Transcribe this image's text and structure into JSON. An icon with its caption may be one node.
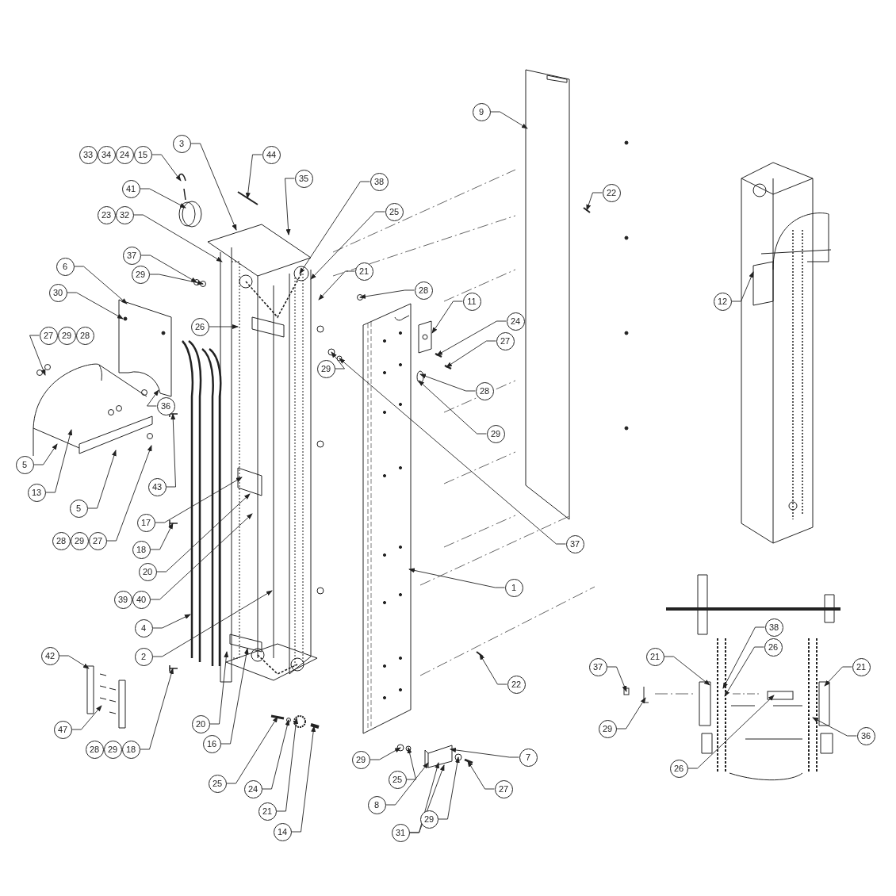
{
  "diagram": {
    "nodes": [
      {
        "text": [
          "9"
        ]
      },
      {
        "text": [
          "3"
        ]
      },
      {
        "text": [
          "33",
          "34",
          "24",
          "15"
        ]
      },
      {
        "text": [
          "44"
        ]
      },
      {
        "text": [
          "35"
        ]
      },
      {
        "text": [
          "38"
        ]
      },
      {
        "text": [
          "41"
        ]
      },
      {
        "text": [
          "22"
        ]
      },
      {
        "text": [
          "25"
        ]
      },
      {
        "text": [
          "23",
          "32"
        ]
      },
      {
        "text": [
          "37"
        ]
      },
      {
        "text": [
          "6"
        ]
      },
      {
        "text": [
          "21"
        ]
      },
      {
        "text": [
          "29"
        ]
      },
      {
        "text": [
          "28"
        ]
      },
      {
        "text": [
          "30"
        ]
      },
      {
        "text": [
          "12"
        ]
      },
      {
        "text": [
          "11"
        ]
      },
      {
        "text": [
          "24"
        ]
      },
      {
        "text": [
          "26"
        ]
      },
      {
        "text": [
          "27",
          "29",
          "28"
        ]
      },
      {
        "text": [
          "27"
        ]
      },
      {
        "text": [
          "29"
        ]
      },
      {
        "text": [
          "36"
        ]
      },
      {
        "text": [
          "28"
        ]
      },
      {
        "text": [
          "29"
        ]
      },
      {
        "text": [
          "5"
        ]
      },
      {
        "text": [
          "43"
        ]
      },
      {
        "text": [
          "13"
        ]
      },
      {
        "text": [
          "5"
        ]
      },
      {
        "text": [
          "17"
        ]
      },
      {
        "text": [
          "28",
          "29",
          "27"
        ]
      },
      {
        "text": [
          "37"
        ]
      },
      {
        "text": [
          "18"
        ]
      },
      {
        "text": [
          "20"
        ]
      },
      {
        "text": [
          "1"
        ]
      },
      {
        "text": [
          "39",
          "40"
        ]
      },
      {
        "text": [
          "38"
        ]
      },
      {
        "text": [
          "4"
        ]
      },
      {
        "text": [
          "26"
        ]
      },
      {
        "text": [
          "42"
        ]
      },
      {
        "text": [
          "2"
        ]
      },
      {
        "text": [
          "21"
        ]
      },
      {
        "text": [
          "37"
        ]
      },
      {
        "text": [
          "21"
        ]
      },
      {
        "text": [
          "22"
        ]
      },
      {
        "text": [
          "20"
        ]
      },
      {
        "text": [
          "29"
        ]
      },
      {
        "text": [
          "47"
        ]
      },
      {
        "text": [
          "36"
        ]
      },
      {
        "text": [
          "16"
        ]
      },
      {
        "text": [
          "28",
          "29",
          "18"
        ]
      },
      {
        "text": [
          "7"
        ]
      },
      {
        "text": [
          "29"
        ]
      },
      {
        "text": [
          "26"
        ]
      },
      {
        "text": [
          "25"
        ]
      },
      {
        "text": [
          "25"
        ]
      },
      {
        "text": [
          "24"
        ]
      },
      {
        "text": [
          "27"
        ]
      },
      {
        "text": [
          "8"
        ]
      },
      {
        "text": [
          "21"
        ]
      },
      {
        "text": [
          "29"
        ]
      },
      {
        "text": [
          "14"
        ]
      },
      {
        "text": [
          "31"
        ]
      },
      {
        "text": [],
        "shape": "picture"
      },
      {
        "text": [],
        "shape": "picture"
      },
      {
        "text": [],
        "shape": "picture"
      },
      {
        "text": [],
        "shape": "picture"
      },
      {
        "text": [],
        "shape": "picture"
      },
      {
        "text": [],
        "shape": "picture"
      },
      {
        "text": [],
        "shape": "picture"
      },
      {
        "text": [],
        "shape": "picture"
      },
      {
        "text": [],
        "shape": "picture"
      },
      {
        "text": [],
        "shape": "picture"
      },
      {
        "text": [],
        "shape": "picture"
      },
      {
        "text": [],
        "shape": "circle"
      },
      {
        "text": [],
        "shape": "picture"
      },
      {
        "text": [],
        "shape": "picture"
      },
      {
        "text": [],
        "shape": "picture"
      },
      {
        "text": [],
        "shape": "circle"
      },
      {
        "text": [],
        "shape": "picture"
      },
      {
        "text": [],
        "shape": "picture"
      },
      {
        "text": [],
        "shape": "picture"
      },
      {
        "text": [],
        "shape": "picture"
      },
      {
        "text": [],
        "shape": "picture"
      },
      {
        "text": [],
        "shape": "picture"
      },
      {
        "text": [],
        "shape": "picture"
      },
      {
        "text": [],
        "shape": "picture"
      },
      {
        "text": [],
        "shape": "picture"
      },
      {
        "text": [],
        "shape": "box"
      },
      {
        "text": [],
        "shape": "picture"
      },
      {
        "text": [],
        "shape": "picture"
      },
      {
        "text": [],
        "shape": "box"
      },
      {
        "text": [],
        "shape": "picture"
      }
    ],
    "edges": [
      {
        "from": 0,
        "to": 64,
        "arrow": "to"
      },
      {
        "from": 1,
        "to": 66,
        "arrow": "to"
      },
      {
        "from": 2,
        "to": 70,
        "arrow": "to"
      },
      {
        "from": 3,
        "to": 73,
        "arrow": "to"
      },
      {
        "from": 4,
        "to": 66,
        "arrow": "to"
      },
      {
        "from": 5,
        "to": 66,
        "arrow": "to"
      },
      {
        "from": 6,
        "to": 70,
        "arrow": "to"
      },
      {
        "from": 7,
        "to": 65,
        "arrow": "to"
      },
      {
        "from": 8,
        "to": 66,
        "arrow": "to"
      },
      {
        "from": 9,
        "to": 66,
        "arrow": "to"
      },
      {
        "from": 10,
        "to": 74,
        "arrow": "to"
      },
      {
        "from": 11,
        "to": 69,
        "arrow": "to"
      },
      {
        "from": 12,
        "to": 66,
        "arrow": "to"
      },
      {
        "from": 13,
        "to": 74,
        "arrow": "to"
      },
      {
        "from": 14,
        "to": 75,
        "arrow": "to"
      },
      {
        "from": 15,
        "to": 69,
        "arrow": "to"
      },
      {
        "from": 16,
        "to": 72,
        "arrow": "to"
      },
      {
        "from": 17,
        "to": 77,
        "arrow": "to"
      },
      {
        "from": 18,
        "to": 78,
        "arrow": "to"
      },
      {
        "from": 19,
        "to": 66,
        "arrow": "to"
      },
      {
        "from": 20,
        "to": 68,
        "arrow": "to"
      },
      {
        "from": 21,
        "to": 78,
        "arrow": "to"
      },
      {
        "from": 22,
        "to": 76,
        "arrow": "to"
      },
      {
        "from": 23,
        "to": 69,
        "arrow": "to"
      },
      {
        "from": 24,
        "to": 79,
        "arrow": "to"
      },
      {
        "from": 25,
        "to": 79,
        "arrow": "to"
      },
      {
        "from": 26,
        "to": 68,
        "arrow": "to"
      },
      {
        "from": 27,
        "to": 80,
        "arrow": "to"
      },
      {
        "from": 28,
        "to": 68,
        "arrow": "to"
      },
      {
        "from": 29,
        "to": 68,
        "arrow": "to"
      },
      {
        "from": 30,
        "to": 66,
        "arrow": "to"
      },
      {
        "from": 31,
        "to": 68,
        "arrow": "to"
      },
      {
        "from": 32,
        "to": 76,
        "arrow": "to"
      },
      {
        "from": 33,
        "to": 81,
        "arrow": "to"
      },
      {
        "from": 34,
        "to": 66,
        "arrow": "to"
      },
      {
        "from": 35,
        "to": 71,
        "arrow": "to"
      },
      {
        "from": 36,
        "to": 66,
        "arrow": "to"
      },
      {
        "from": 37,
        "to": 91,
        "arrow": "to"
      },
      {
        "from": 38,
        "to": 67,
        "arrow": "to"
      },
      {
        "from": 39,
        "to": 91,
        "arrow": "to"
      },
      {
        "from": 40,
        "to": 84,
        "arrow": "to"
      },
      {
        "from": 41,
        "to": 66,
        "arrow": "to"
      },
      {
        "from": 42,
        "to": 91,
        "arrow": "to"
      },
      {
        "from": 43,
        "to": 89,
        "arrow": "to"
      },
      {
        "from": 44,
        "to": 93,
        "arrow": "to"
      },
      {
        "from": 45,
        "to": 83,
        "arrow": "to"
      },
      {
        "from": 46,
        "to": 66,
        "arrow": "to"
      },
      {
        "from": 47,
        "to": 90,
        "arrow": "to"
      },
      {
        "from": 48,
        "to": 84,
        "arrow": "to"
      },
      {
        "from": 49,
        "to": 93,
        "arrow": "to"
      },
      {
        "from": 50,
        "to": 66,
        "arrow": "to"
      },
      {
        "from": 51,
        "to": 82,
        "arrow": "to"
      },
      {
        "from": 52,
        "to": 87,
        "arrow": "to"
      },
      {
        "from": 53,
        "to": 86,
        "arrow": "to"
      },
      {
        "from": 54,
        "to": 92,
        "arrow": "to"
      },
      {
        "from": 55,
        "to": 86,
        "arrow": "to"
      },
      {
        "from": 56,
        "to": 85,
        "arrow": "to"
      },
      {
        "from": 57,
        "to": 85,
        "arrow": "to"
      },
      {
        "from": 58,
        "to": 88,
        "arrow": "to"
      },
      {
        "from": 59,
        "to": 87,
        "arrow": "to"
      },
      {
        "from": 60,
        "to": 85,
        "arrow": "to"
      },
      {
        "from": 61,
        "to": 88,
        "arrow": "to"
      },
      {
        "from": 62,
        "to": 85,
        "arrow": "to"
      },
      {
        "from": 63,
        "to": 87,
        "arrow": "to"
      },
      {
        "from": 63,
        "to": 87,
        "arrow": "to"
      }
    ]
  }
}
